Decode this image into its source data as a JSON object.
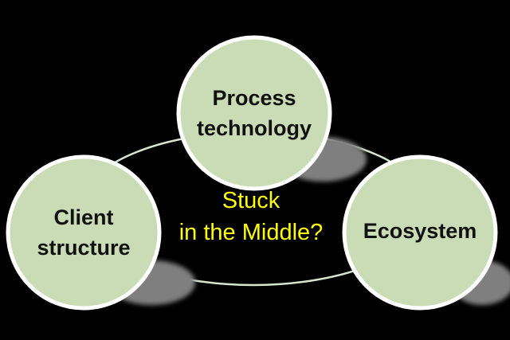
{
  "nodes": {
    "top": {
      "line1": "Process",
      "line2": "technology"
    },
    "left": {
      "line1": "Client",
      "line2": "structure"
    },
    "right": {
      "line1": "Ecosystem"
    }
  },
  "center": {
    "line1": "Stuck",
    "line2": "in the Middle?"
  },
  "colors": {
    "node_fill": "#c9dcb5",
    "node_border": "#ffffff",
    "center_text": "#ffff00",
    "ring": "#c9dcb5",
    "shadow": "#7f7f7f"
  }
}
